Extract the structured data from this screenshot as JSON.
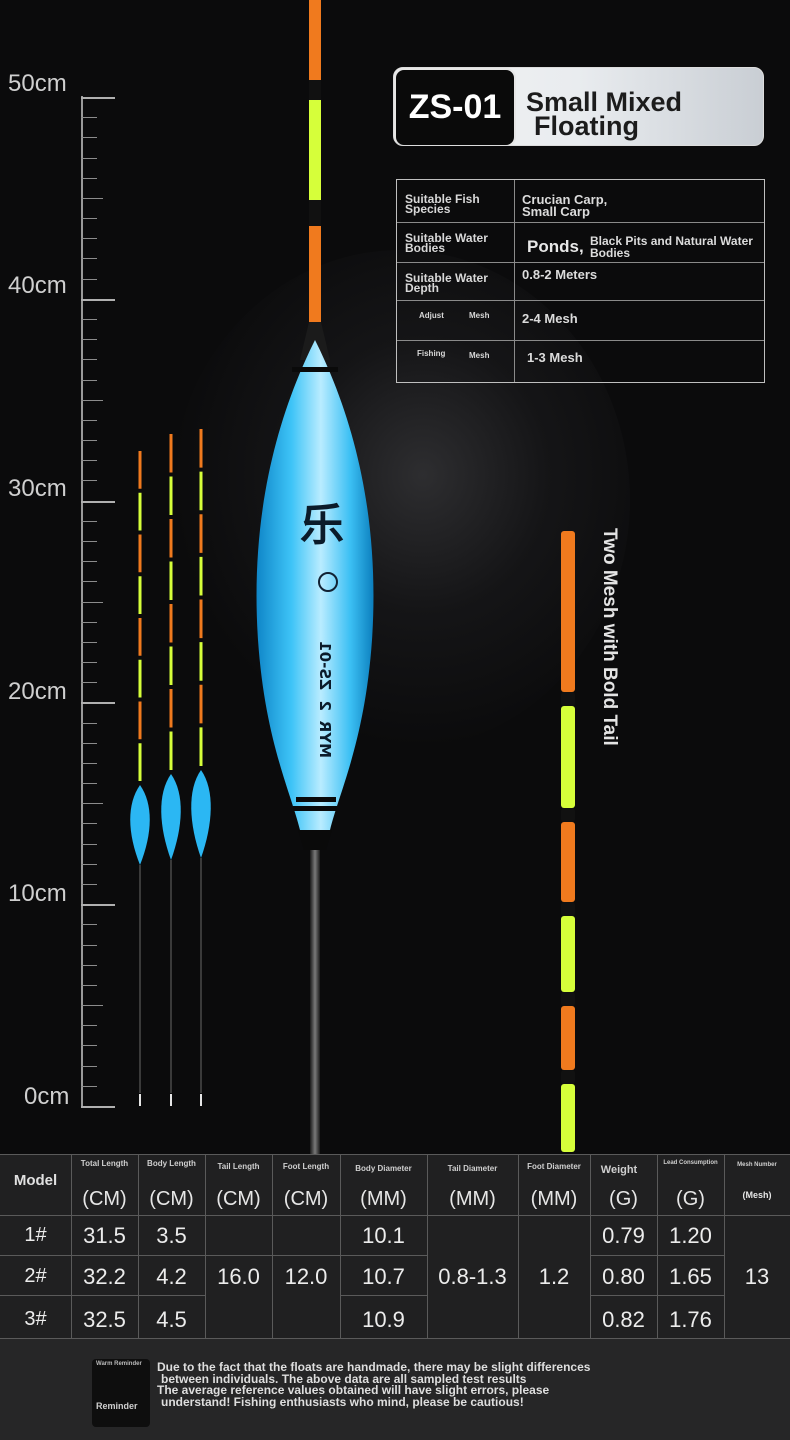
{
  "ruler": {
    "labels": [
      "50cm",
      "40cm",
      "30cm",
      "20cm",
      "10cm",
      "0cm"
    ]
  },
  "title_card": {
    "model": "ZS-01",
    "name_line1": "Small Mixed",
    "name_line2": "Floating"
  },
  "spec": {
    "rows": [
      {
        "key": "Suitable Fish Species",
        "value": "Crucian Carp, Small Carp"
      },
      {
        "key": "Suitable Water Bodies",
        "value_prefix": "Ponds,",
        "value": "Black Pits and Natural Water Bodies"
      },
      {
        "key": "Suitable Water Depth",
        "value": "0.8-2 Meters"
      },
      {
        "key_a": "Adjust",
        "key_b": "Mesh",
        "value": "2-4 Mesh"
      },
      {
        "key_a": "Fishing",
        "key_b": "Mesh",
        "value": "1-3 Mesh"
      }
    ]
  },
  "float_marking": {
    "brand": "MYR",
    "number": "2",
    "model": "ZS-01"
  },
  "tail_label": "Two Mesh with Bold Tail",
  "table": {
    "headers": [
      {
        "small": "",
        "label": "Model",
        "unit": ""
      },
      {
        "small": "Total Length",
        "unit": "(CM)"
      },
      {
        "small": "Body Length",
        "unit": "(CM)"
      },
      {
        "small": "Tail Length",
        "unit": "(CM)"
      },
      {
        "small": "Foot Length",
        "unit": "(CM)"
      },
      {
        "small": "Body Diameter",
        "unit": "(MM)"
      },
      {
        "small": "Tail Diameter",
        "unit": "(MM)"
      },
      {
        "small": "Foot Diameter",
        "unit": "(MM)"
      },
      {
        "small": "Weight",
        "unit": "(G)"
      },
      {
        "small": "Lead Consumption",
        "unit": "(G)"
      },
      {
        "small": "Mesh Number",
        "unit": "(Mesh)"
      }
    ],
    "rows": [
      {
        "model": "1#",
        "total": "31.5",
        "body": "3.5",
        "body_d": "10.1",
        "weight": "0.79",
        "lead": "1.20"
      },
      {
        "model": "2#",
        "total": "32.2",
        "body": "4.2",
        "body_d": "10.7",
        "weight": "0.80",
        "lead": "1.65"
      },
      {
        "model": "3#",
        "total": "32.5",
        "body": "4.5",
        "body_d": "10.9",
        "weight": "0.82",
        "lead": "1.76"
      }
    ],
    "shared": {
      "tail_length": "16.0",
      "foot_length": "12.0",
      "tail_diameter": "0.8-1.3",
      "foot_diameter": "1.2",
      "mesh": "13"
    }
  },
  "notice": {
    "box_title": "Warm Reminder",
    "box_label": "Reminder",
    "line1": "Due to the fact that the floats are handmade, there may be slight differences",
    "line2": "between individuals. The above data are all sampled test results",
    "line3": "The average reference values obtained will have slight errors, please",
    "line4": "understand! Fishing enthusiasts who mind, please be cautious!"
  },
  "colors": {
    "orange": "#f07a1e",
    "lime": "#d6ff3a",
    "blue": "#27b5f2",
    "black": "#0b0b0c"
  }
}
